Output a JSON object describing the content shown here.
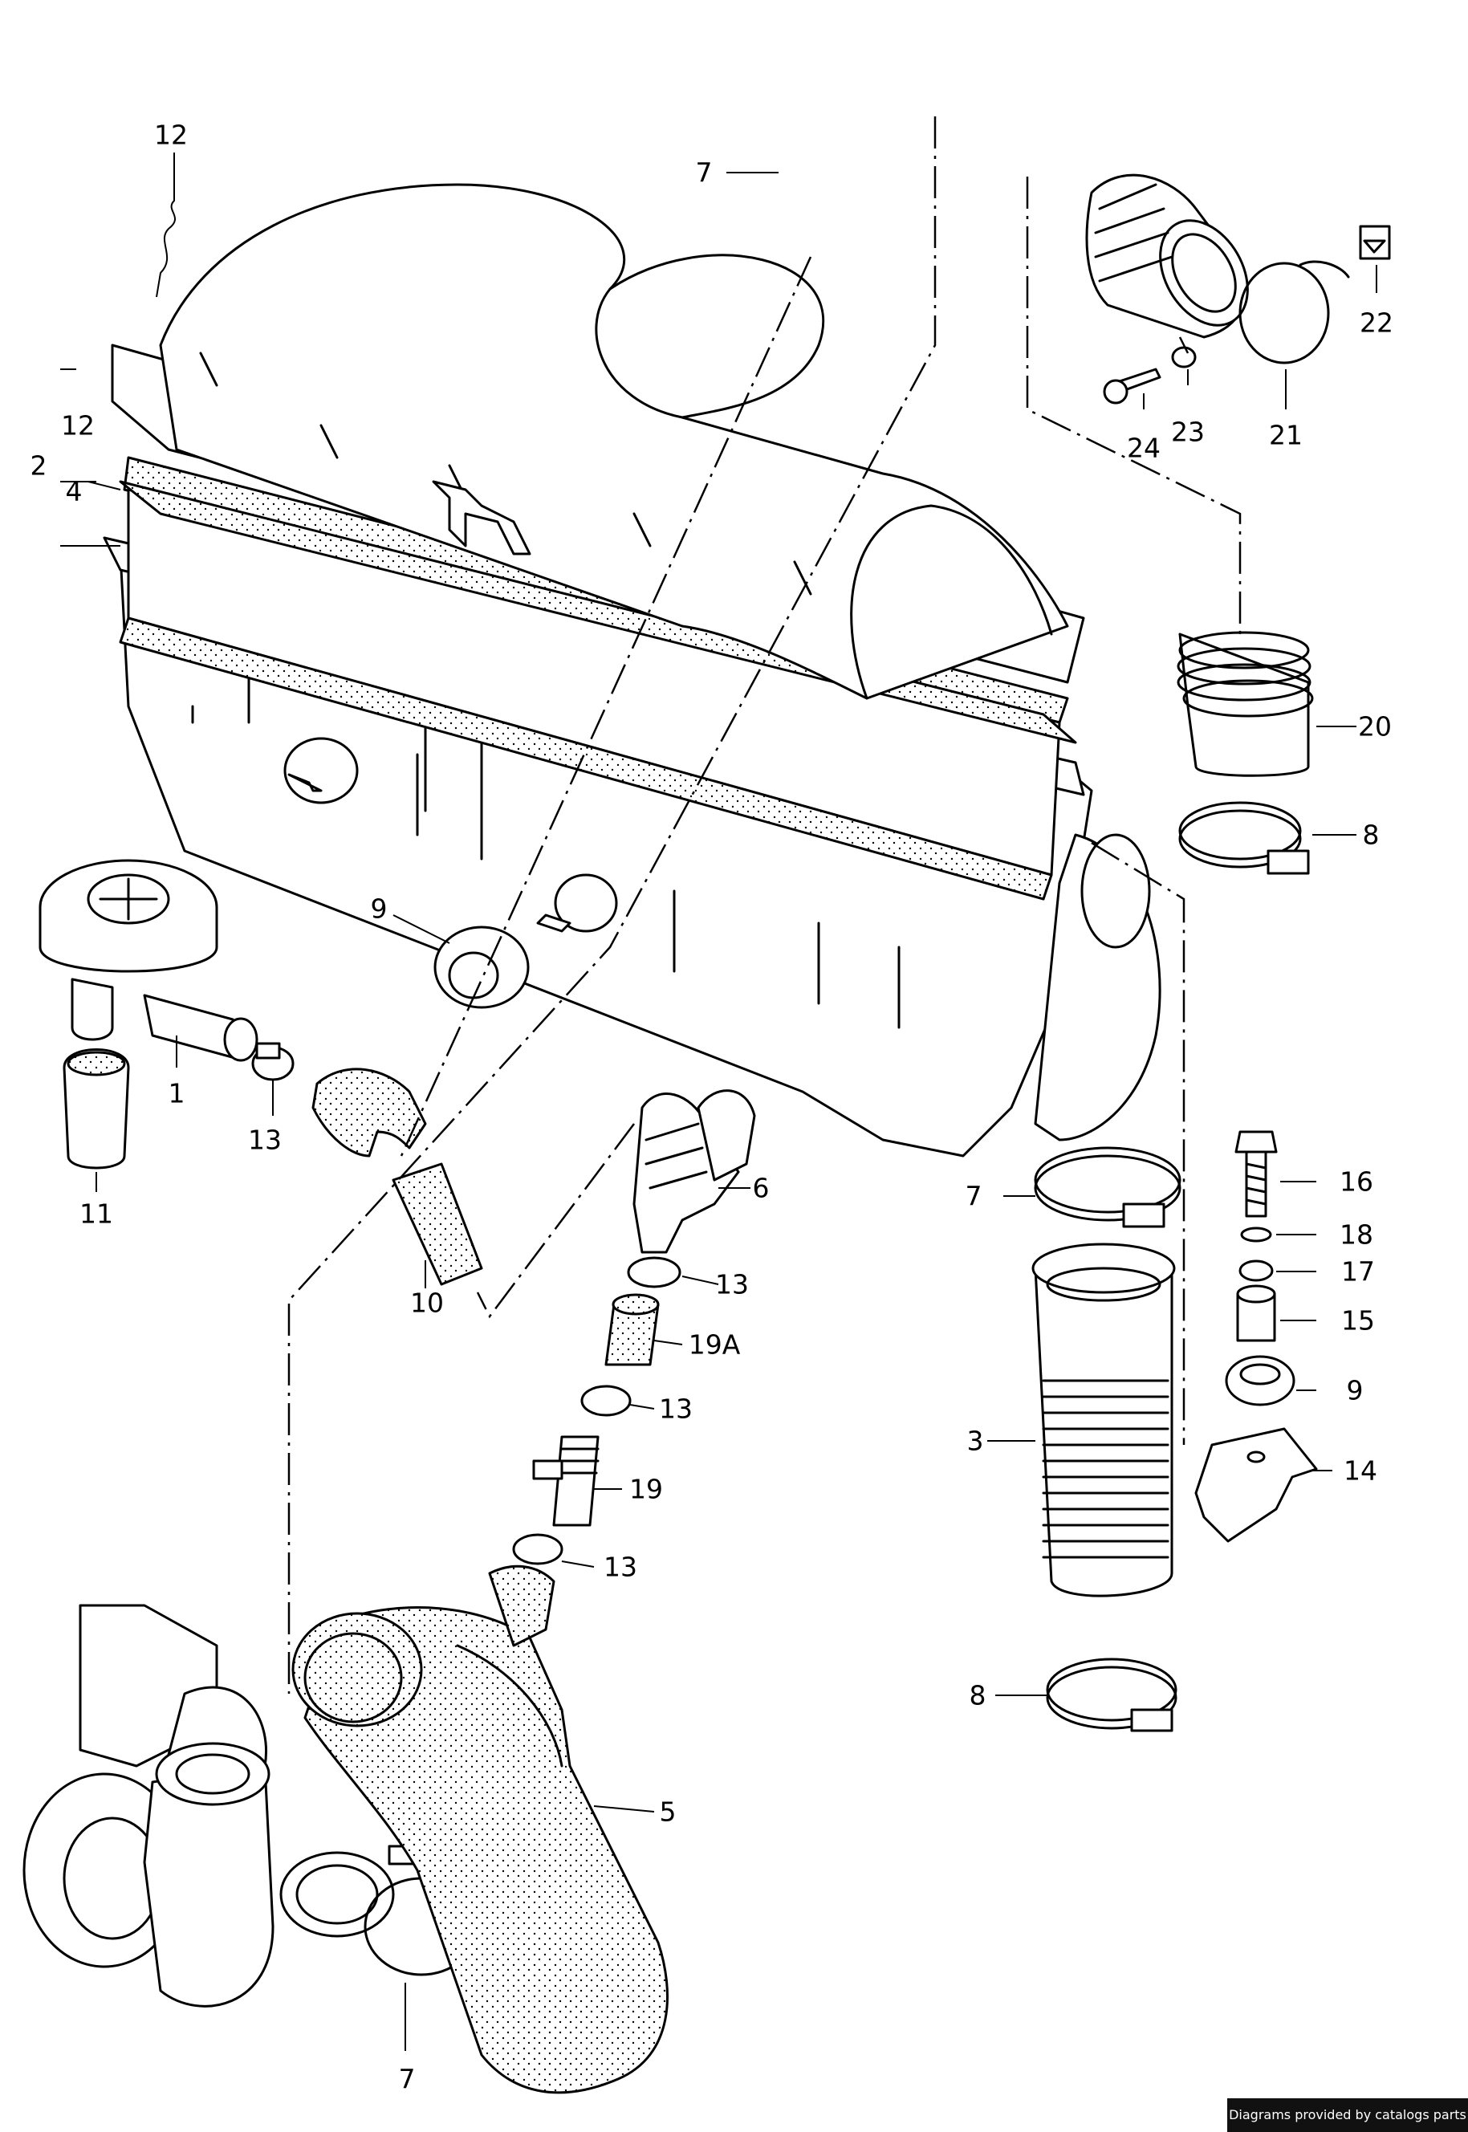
{
  "callouts": {
    "c12a": "12",
    "c7a": "7",
    "c22": "22",
    "c12b": "12",
    "c2": "2",
    "c4": "4",
    "c24": "24",
    "c23": "23",
    "c21": "21",
    "c20": "20",
    "c8a": "8",
    "c9a": "9",
    "c1": "1",
    "c13a": "13",
    "c11": "11",
    "c6": "6",
    "c16": "16",
    "c7b": "7",
    "c18": "18",
    "c10": "10",
    "c13b": "13",
    "c17": "17",
    "c19A": "19A",
    "c15": "15",
    "c13c": "13",
    "c9b": "9",
    "c3": "3",
    "c14": "14",
    "c19": "19",
    "c13d": "13",
    "c8b": "8",
    "c5": "5",
    "c7c": "7"
  },
  "footer": {
    "credit": "Diagrams provided by catalogs parts"
  }
}
